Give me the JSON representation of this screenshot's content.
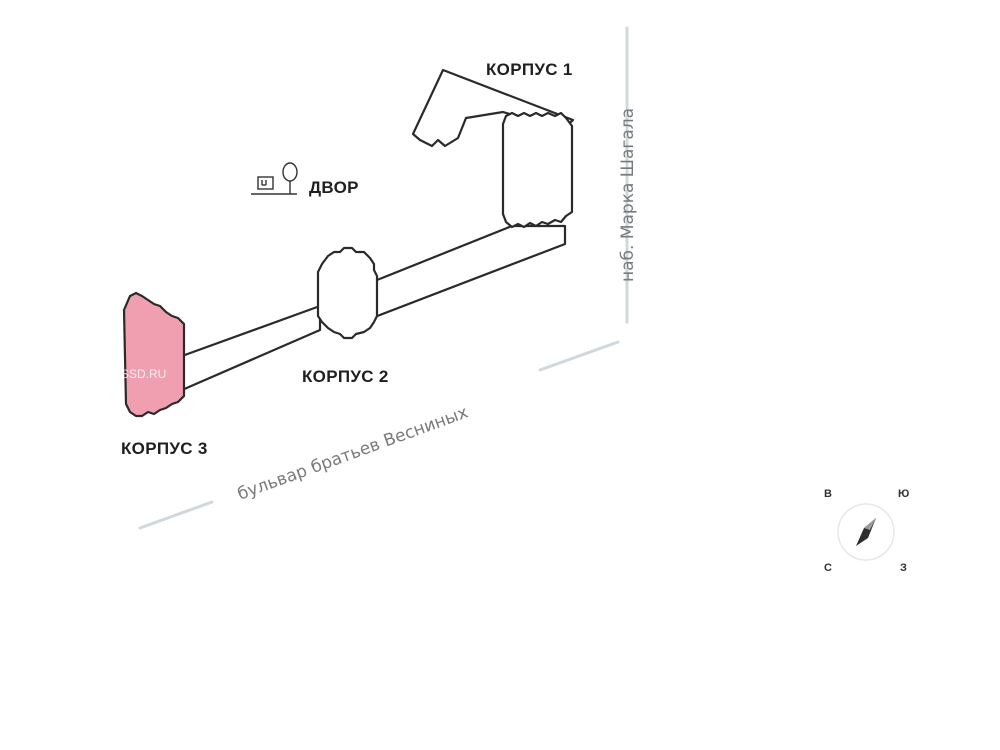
{
  "buildings": {
    "korpus1": {
      "label": "КОРПУС 1",
      "highlighted": false
    },
    "korpus2": {
      "label": "КОРПУС 2",
      "highlighted": false
    },
    "korpus3": {
      "label": "КОРПУС 3",
      "highlighted": true
    }
  },
  "courtyard": {
    "label": "ДВОР",
    "icons": [
      "bench-icon",
      "tree-icon"
    ]
  },
  "streets": {
    "boulevard": "бульвар братьев Весниных",
    "embankment": "наб. Марка Шагала"
  },
  "watermark": "SSD.RU",
  "compass": {
    "top_left": "В",
    "top_right": "Ю",
    "bottom_left": "С",
    "bottom_right": "З"
  },
  "colors": {
    "highlight": "#ef9fb0",
    "outline": "#2a2a2a",
    "road": "#cfd8de"
  }
}
